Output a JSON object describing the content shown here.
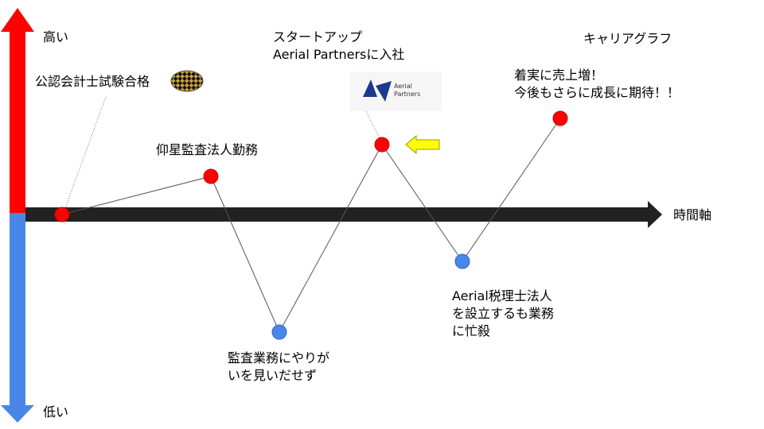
{
  "title": "キャリアグラフ",
  "axis": {
    "y_high": "高い",
    "y_low": "低い",
    "x_label": "時間軸"
  },
  "events": [
    {
      "label": "公認会計士試験合格",
      "level": "high"
    },
    {
      "label": "仰星監査法人勤務",
      "level": "high"
    },
    {
      "label_lines": [
        "監査業務にやりが",
        "いを見いだせず"
      ],
      "level": "low"
    },
    {
      "label_lines": [
        "スタートアップ",
        "Aerial Partnersに入社"
      ],
      "level": "high"
    },
    {
      "label_lines": [
        "Aerial税理士法人",
        "を設立するも業務",
        "に忙殺"
      ],
      "level": "low"
    },
    {
      "label_lines": [
        "着実に売上増！",
        "今後もさらに成長に期待！！"
      ],
      "level": "high"
    }
  ],
  "logo": {
    "name_lines": [
      "Aerial",
      "Partners"
    ]
  },
  "colors": {
    "high": "#ff0000",
    "low": "#4a86e8",
    "axis": "#222222",
    "pointer": "#ffff00"
  }
}
